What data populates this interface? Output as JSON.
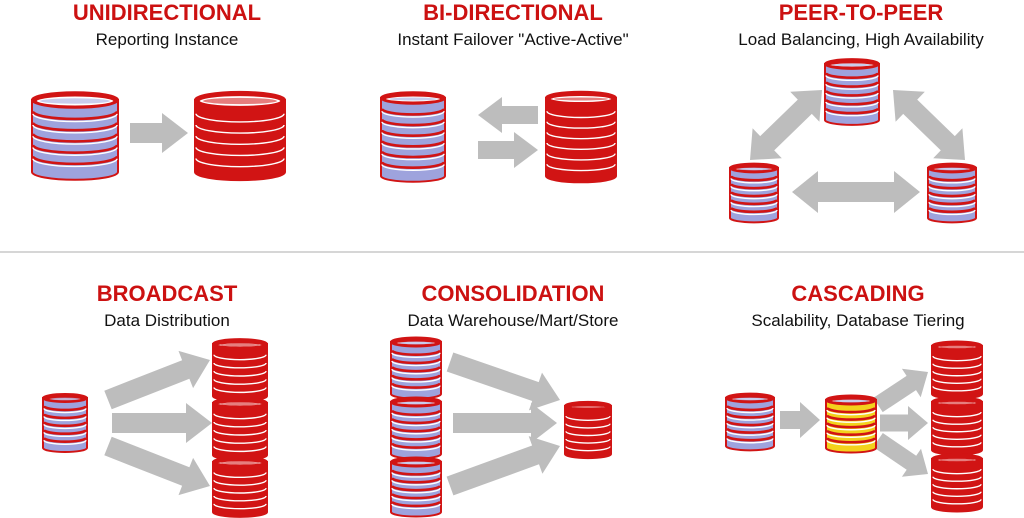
{
  "colors": {
    "accent_red": "#cc1111",
    "disk_red": "#d11414",
    "disk_blue": "#9ea3dd",
    "disk_yellow": "#f3d21c",
    "arrow_gray": "#bdbdbd",
    "divider_gray": "#d6d6d6"
  },
  "icons": {
    "database": "database-icon",
    "arrow": "arrow-icon",
    "double_arrow": "double-arrow-icon"
  },
  "panels": [
    {
      "id": "unidirectional",
      "title": "UNIDIRECTIONAL",
      "subtitle": "Reporting Instance"
    },
    {
      "id": "bidirectional",
      "title": "BI-DIRECTIONAL",
      "subtitle": "Instant Failover \"Active-Active\""
    },
    {
      "id": "peer-to-peer",
      "title": "PEER-TO-PEER",
      "subtitle": "Load Balancing, High Availability"
    },
    {
      "id": "broadcast",
      "title": "BROADCAST",
      "subtitle": "Data Distribution"
    },
    {
      "id": "consolidation",
      "title": "CONSOLIDATION",
      "subtitle": "Data Warehouse/Mart/Store"
    },
    {
      "id": "cascading",
      "title": "CASCADING",
      "subtitle": "Scalability, Database Tiering"
    }
  ]
}
